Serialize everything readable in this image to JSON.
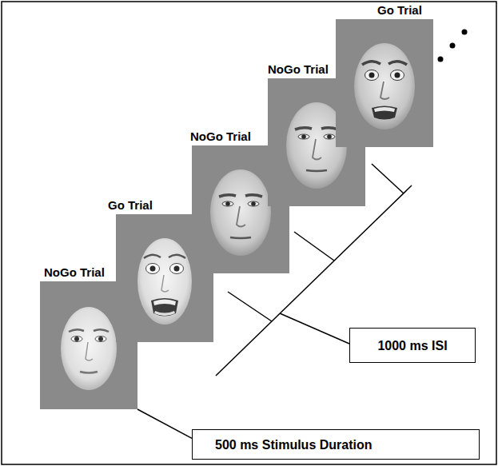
{
  "diagram": {
    "nodes": [
      {
        "text": [
          "NoGo Trial"
        ]
      },
      {
        "text": [
          "Go Trial"
        ]
      },
      {
        "text": [
          "NoGo Trial"
        ]
      },
      {
        "text": [
          "NoGo Trial"
        ]
      },
      {
        "text": [
          "Go Trial"
        ]
      },
      {
        "text": [
          "1000 ms ISI"
        ]
      },
      {
        "text": [
          "500 ms Stimulus Duration"
        ]
      }
    ],
    "edges": [
      {
        "from": 0,
        "to": 6,
        "arrow": "none"
      }
    ]
  }
}
